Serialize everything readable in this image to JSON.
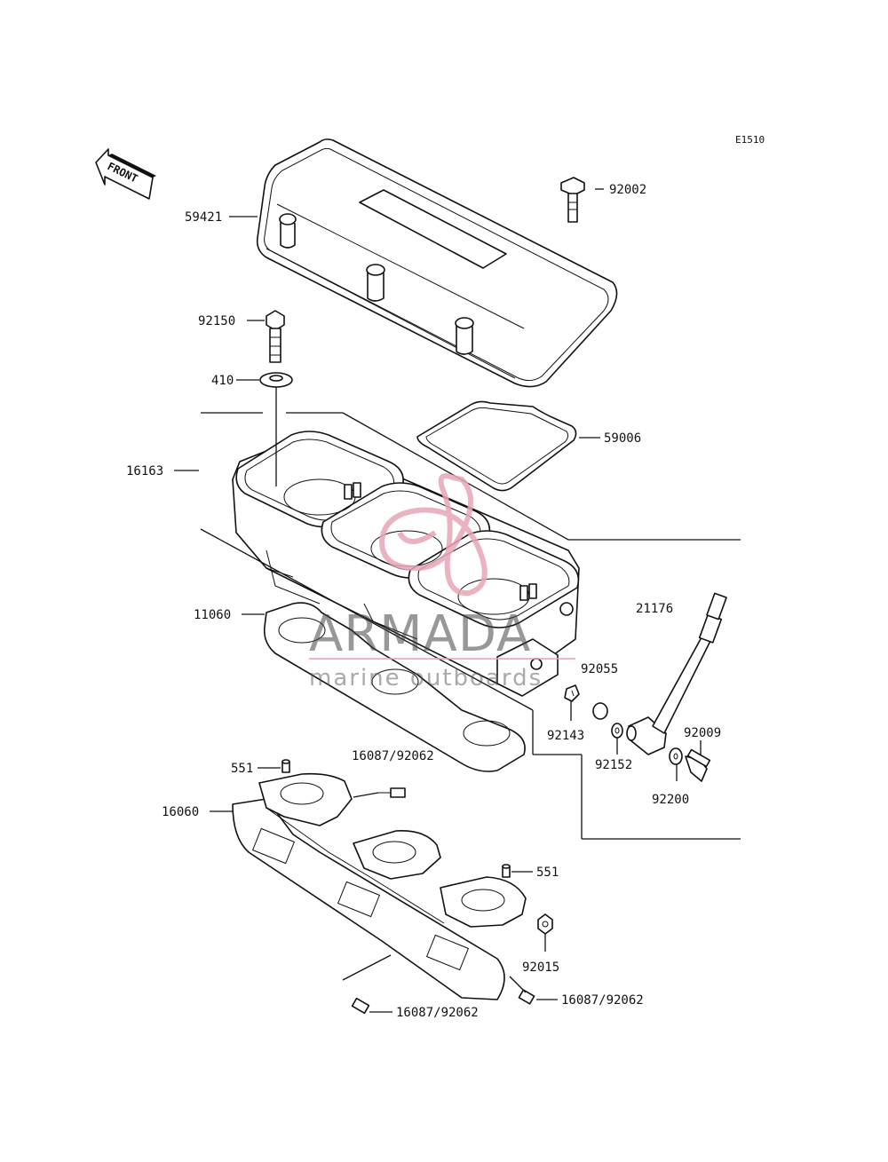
{
  "diagram_code": "E1510",
  "front_label": "FRONT",
  "callouts": [
    {
      "id": "c-92002",
      "text": "92002"
    },
    {
      "id": "c-59421",
      "text": "59421"
    },
    {
      "id": "c-92150",
      "text": "92150"
    },
    {
      "id": "c-410",
      "text": "410"
    },
    {
      "id": "c-59006",
      "text": "59006"
    },
    {
      "id": "c-16163",
      "text": "16163"
    },
    {
      "id": "c-11060",
      "text": "11060"
    },
    {
      "id": "c-21176",
      "text": "21176"
    },
    {
      "id": "c-92055",
      "text": "92055"
    },
    {
      "id": "c-92143",
      "text": "92143"
    },
    {
      "id": "c-92009",
      "text": "92009"
    },
    {
      "id": "c-92152",
      "text": "92152"
    },
    {
      "id": "c-92200",
      "text": "92200"
    },
    {
      "id": "c-551a",
      "text": "551"
    },
    {
      "id": "c-16087a",
      "text": "16087/92062"
    },
    {
      "id": "c-16060",
      "text": "16060"
    },
    {
      "id": "c-551b",
      "text": "551"
    },
    {
      "id": "c-92015",
      "text": "92015"
    },
    {
      "id": "c-16087b",
      "text": "16087/92062"
    },
    {
      "id": "c-16087c",
      "text": "16087/92062"
    }
  ],
  "watermark": {
    "brand": "ARMADA",
    "tagline": "marine outboards",
    "logo_color": "#e8a5b5"
  }
}
